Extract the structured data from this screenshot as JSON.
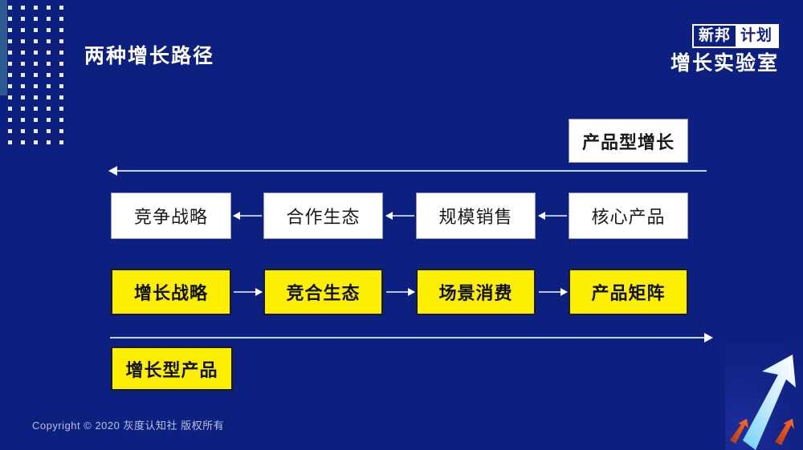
{
  "slide": {
    "title": "两种增长路径",
    "background_color": "#0d2080",
    "accent_bar_color": "#2d5a8e"
  },
  "brand": {
    "tag_a": "新邦",
    "tag_b": "计划",
    "name": "增长实验室"
  },
  "diagram": {
    "top_label": {
      "text": "产品型增长",
      "style": "white-box"
    },
    "bottom_label": {
      "text": "增长型产品",
      "style": "yellow-box"
    },
    "top_rail": {
      "direction": "left",
      "name": "product-growth-rail"
    },
    "bottom_rail": {
      "direction": "right",
      "name": "growth-product-rail"
    },
    "row_product": {
      "direction": "right-to-left",
      "accent_color": "#ffffff",
      "nodes": [
        {
          "text": "竞争战略"
        },
        {
          "text": "合作生态"
        },
        {
          "text": "规模销售"
        },
        {
          "text": "核心产品"
        }
      ]
    },
    "row_growth": {
      "direction": "left-to-right",
      "accent_color": "#fcf000",
      "nodes": [
        {
          "text": "增长战略"
        },
        {
          "text": "竞合生态"
        },
        {
          "text": "场景消费"
        },
        {
          "text": "产品矩阵"
        }
      ]
    }
  },
  "footer": {
    "copyright": "Copyright © 2020 灰度认知社 版权所有"
  }
}
